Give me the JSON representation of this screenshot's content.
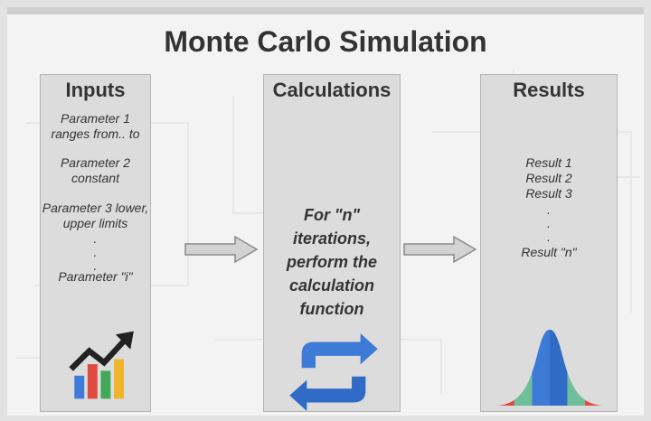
{
  "title": "Monte Carlo Simulation",
  "inputs": {
    "title": "Inputs",
    "params": [
      [
        "Parameter 1",
        "ranges from.. to"
      ],
      [
        "Parameter 2",
        "constant"
      ],
      [
        "Parameter 3 lower,",
        "upper limits"
      ]
    ],
    "dots": [
      ".",
      ".",
      "."
    ],
    "last_param": "Parameter \"i\"",
    "icon": "growth-chart-icon"
  },
  "calculations": {
    "title": "Calculations",
    "lines": [
      "For \"n\"",
      "iterations,",
      "perform the",
      "calculation",
      "function"
    ],
    "icon": "refresh-icon"
  },
  "results": {
    "title": "Results",
    "items": [
      "Result 1",
      "Result 2",
      "Result 3"
    ],
    "dots": [
      ".",
      ".",
      "."
    ],
    "last_result": "Result \"n\"",
    "icon": "distribution-curve-icon"
  },
  "colors": {
    "panel": "#dcdcdc",
    "arrow": "#d3d3d3",
    "blue": "#3e7bd6",
    "red": "#e04b3f",
    "green": "#43a95a",
    "yellow": "#f0b42a",
    "teal": "#6fbf9a"
  }
}
